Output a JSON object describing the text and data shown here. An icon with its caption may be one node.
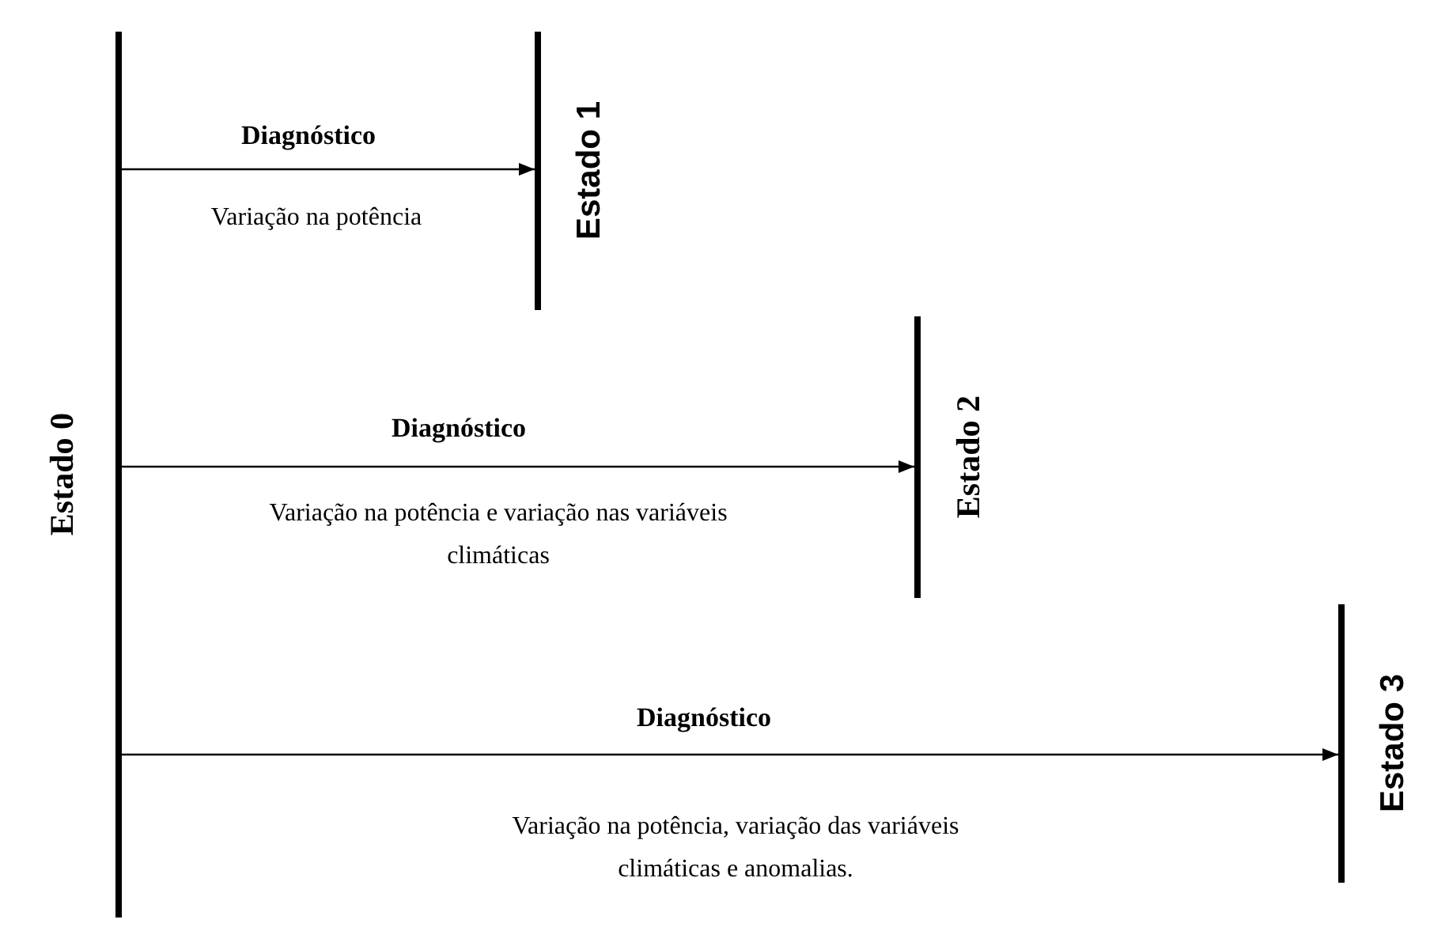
{
  "diagram": {
    "nodes": [
      {
        "text": [
          "Estado 0"
        ]
      },
      {
        "text": [
          "Estado 1"
        ]
      },
      {
        "text": [
          "Estado 2"
        ]
      },
      {
        "text": [
          "Estado 3"
        ]
      }
    ],
    "edges": [
      {
        "from": 0,
        "to": 1,
        "arrow": "to",
        "label": "Diagnóstico"
      },
      {
        "from": 0,
        "to": 2,
        "arrow": "to",
        "label": "Diagnóstico"
      },
      {
        "from": 0,
        "to": 3,
        "arrow": "to",
        "label": "Diagnóstico"
      }
    ],
    "labels": [
      "Variação na potência",
      "Variação na potência e variação nas variáveis climáticas",
      "Variação na potência, variação das variáveis climáticas e anomalias."
    ]
  }
}
